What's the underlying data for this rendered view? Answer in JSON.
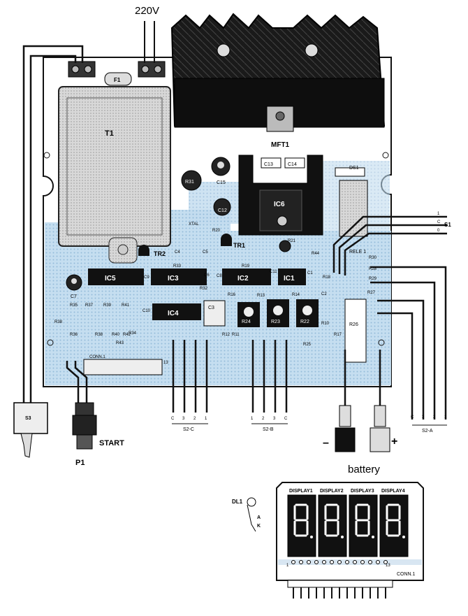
{
  "header": {
    "mains_label": "220V"
  },
  "transformer": {
    "label": "T1"
  },
  "terminals": {
    "fuse": "F1"
  },
  "mosfet": {
    "label": "MFT1"
  },
  "capacitors": {
    "c13": "C13",
    "c14": "C14",
    "c15": "C15",
    "c12": "C12",
    "c7": "C7",
    "c4": "C4",
    "c5": "C5",
    "c6": "C6",
    "c9": "C9",
    "c8": "C8",
    "c11": "C11",
    "c10": "C10",
    "c3": "C3",
    "c1": "C1",
    "c2": "C2"
  },
  "diodes": {
    "ds1": "DS1"
  },
  "resistors": {
    "r31": "R31",
    "r30": "R30",
    "r20": "R20",
    "r33": "R33",
    "r19": "R19",
    "r32": "R32",
    "r21": "R21",
    "r44": "R44",
    "r18": "R18",
    "r16": "R16",
    "r12": "R12",
    "r11": "R11",
    "r13": "R13",
    "r14": "R14",
    "r10": "R10",
    "r17": "R17",
    "r25": "R25",
    "r26": "R26",
    "r35": "R35",
    "r36": "R36",
    "r37": "R37",
    "r38": "R38",
    "r39": "R39",
    "r40": "R40",
    "r41": "R41",
    "r42": "R42",
    "r34": "R34",
    "r43": "R43",
    "r28": "R28",
    "r29": "R29",
    "r27": "R27"
  },
  "crystal": {
    "label": "XTAL"
  },
  "transistors": {
    "tr1": "TR1",
    "tr2": "TR2"
  },
  "ics": {
    "ic1": "IC1",
    "ic2": "IC2",
    "ic3": "IC3",
    "ic4": "IC4",
    "ic5": "IC5",
    "ic6": "IC6"
  },
  "trimmers": {
    "r24": "R24",
    "r23": "R23",
    "r22": "R22"
  },
  "relay": {
    "label": "RELE 1"
  },
  "connectors": {
    "conn1_board": "CONN.1",
    "conn1_board_pin": "13",
    "conn1_display": "CONN.1",
    "pin_first": "1",
    "pin_last": "13"
  },
  "switch_s1": {
    "label": "S1",
    "pins": [
      "1",
      "C",
      "0"
    ]
  },
  "switch_s2c": {
    "label": "S2-C",
    "pins": [
      "C",
      "3",
      "2",
      "1"
    ]
  },
  "switch_s2b": {
    "label": "S2-B",
    "pins": [
      "1",
      "2",
      "3",
      "C"
    ]
  },
  "switch_s2a": {
    "label": "S2-A",
    "pins": [
      "C",
      "3",
      "2",
      "1"
    ]
  },
  "front_panel": {
    "s3": "S3",
    "start_label": "START",
    "p1": "P1"
  },
  "battery": {
    "label": "battery",
    "minus": "–",
    "plus": "+"
  },
  "display_board": {
    "led_label": "DL1",
    "led_a": "A",
    "led_k": "K",
    "displays": [
      "DISPLAY1",
      "DISPLAY2",
      "DISPLAY3",
      "DISPLAY4"
    ]
  }
}
